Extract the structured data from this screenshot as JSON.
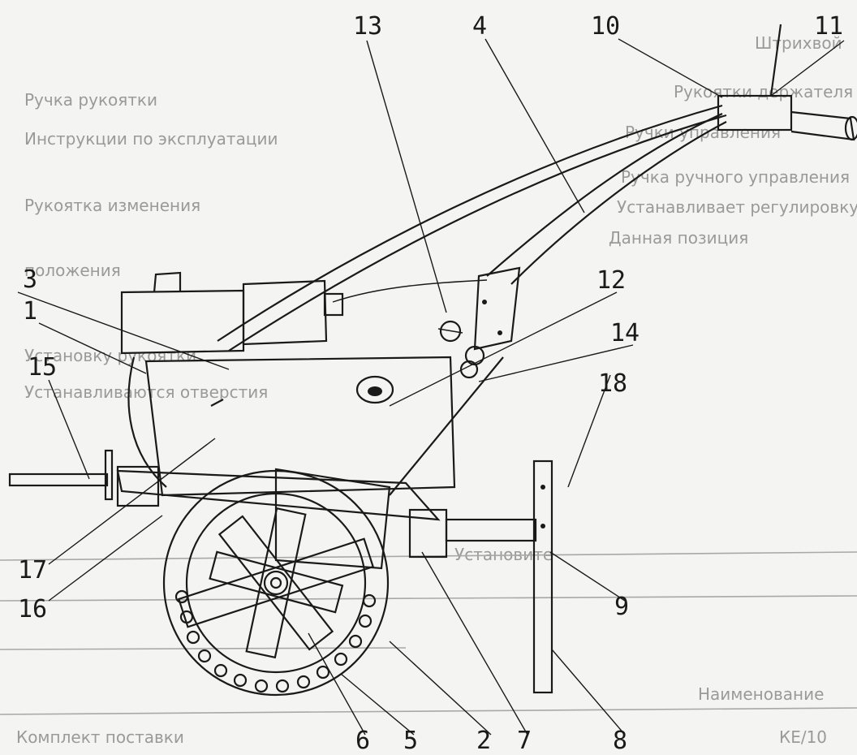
{
  "bleed_through_text": [
    "Штрихвой",
    "Рукоятки держателя",
    "Ручки управления",
    "Ручка ручного управления",
    "Устанавливает регулировку",
    "Данная позиция",
    "Ручка рукоятки",
    "Инструкции по эксплуатации",
    "Рукоятка изменения",
    "положения",
    "Установку рукоятки",
    "Устанавливаются отверстия",
    "Установите",
    "Наименование",
    "Комплект поставки",
    "КЕ/10"
  ],
  "callouts": [
    "1",
    "2",
    "3",
    "4",
    "5",
    "6",
    "7",
    "8",
    "9",
    "10",
    "11",
    "12",
    "13",
    "14",
    "15",
    "16",
    "17",
    "18"
  ],
  "colors": {
    "ink": "#1a1a1a",
    "paper": "#f4f4f2",
    "bleed": "#9a9a9a"
  }
}
